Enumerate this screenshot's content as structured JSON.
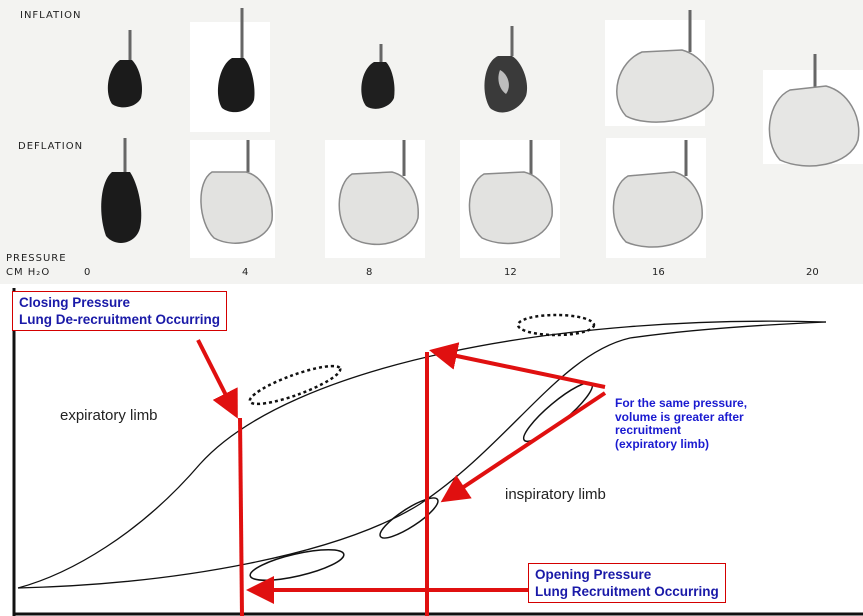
{
  "photo_panel": {
    "inflation_label": "INFLATION",
    "deflation_label": "DEFLATION",
    "pressure_label": "PRESSURE",
    "unit_label": "CM H₂O",
    "pressure_ticks": [
      "0",
      "4",
      "8",
      "12",
      "16",
      "20"
    ]
  },
  "graph": {
    "closing_box": {
      "line1": "Closing Pressure",
      "line2": "Lung De-recruitment Occurring"
    },
    "opening_box": {
      "line1": "Opening Pressure",
      "line2": "Lung Recruitment Occurring"
    },
    "annotation": {
      "lines": [
        "For the same pressure,",
        "volume is greater after",
        "recruitment",
        "(expiratory limb)"
      ]
    },
    "expiratory_label": "expiratory limb",
    "inspiratory_label": "inspiratory limb"
  },
  "colors": {
    "arrow": "#e01010",
    "box_border": "#d40000",
    "box_text": "#1a1aa8",
    "note_text": "#1a1ad0",
    "curve": "#111111",
    "photo_background": "#f3f3f1"
  }
}
